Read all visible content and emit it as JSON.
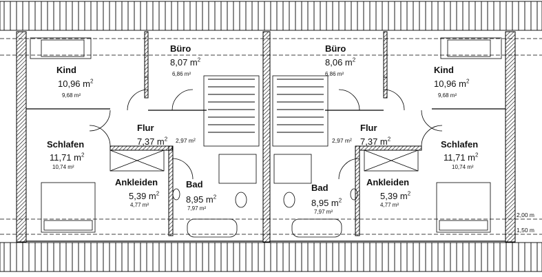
{
  "rooms": {
    "kind_left": {
      "name": "Kind",
      "area": "10,96 m",
      "sub": "9,68 m²"
    },
    "buero_left": {
      "name": "Büro",
      "area": "8,07 m",
      "sub": "6,86 m²"
    },
    "flur_left": {
      "name": "Flur",
      "area": "7,37 m",
      "sub": "2,97 m²"
    },
    "schlafen_left": {
      "name": "Schlafen",
      "area": "11,71 m",
      "sub": "10,74 m²"
    },
    "ankleiden_left": {
      "name": "Ankleiden",
      "area": "5,39 m",
      "sub": "4,77 m²"
    },
    "bad_left": {
      "name": "Bad",
      "area": "8,95 m",
      "sub": "7,97 m²"
    },
    "buero_right": {
      "name": "Büro",
      "area": "8,06 m",
      "sub": "6,86 m²"
    },
    "kind_right": {
      "name": "Kind",
      "area": "10,96 m",
      "sub": "9,68 m²"
    },
    "flur_right": {
      "name": "Flur",
      "area": "7,37 m",
      "sub": "2,97 m²"
    },
    "schlafen_right": {
      "name": "Schlafen",
      "area": "11,71 m",
      "sub": "10,74 m²"
    },
    "ankleiden_right": {
      "name": "Ankleiden",
      "area": "5,39 m",
      "sub": "4,77 m²"
    },
    "bad_right": {
      "name": "Bad",
      "area": "8,95 m",
      "sub": "7,97 m²"
    }
  },
  "superscript": "2",
  "heights": {
    "upper": "2,00 m",
    "lower": "1,50 m"
  }
}
